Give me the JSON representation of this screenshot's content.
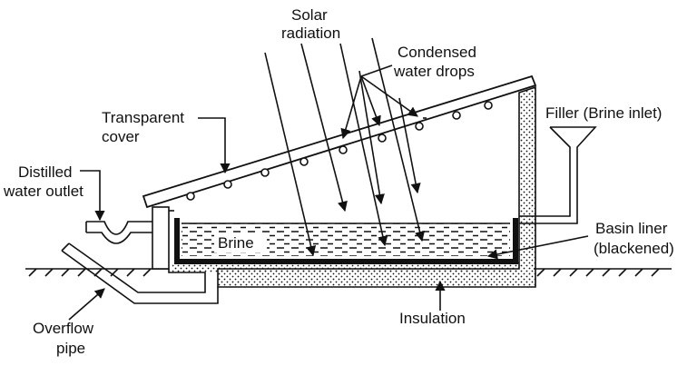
{
  "labels": {
    "solar_line1": "Solar",
    "solar_line2": "radiation",
    "condensed_line1": "Condensed",
    "condensed_line2": "water drops",
    "transparent_line1": "Transparent",
    "transparent_line2": "cover",
    "filler": "Filler (Brine inlet)",
    "distilled_line1": "Distilled",
    "distilled_line2": "water outlet",
    "brine": "Brine",
    "basin_line1": "Basin liner",
    "basin_line2": "(blackened)",
    "overflow_line1": "Overflow",
    "overflow_line2": "pipe",
    "insulation": "Insulation"
  },
  "colors": {
    "ink": "#111111",
    "background": "#ffffff"
  }
}
